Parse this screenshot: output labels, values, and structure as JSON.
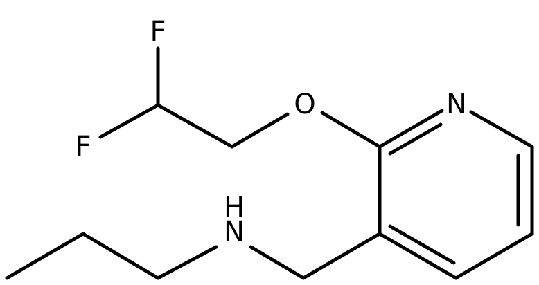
{
  "molecule": {
    "atoms": {
      "f_top": "F",
      "f_left": "F",
      "oxygen": "O",
      "nitrogen": "N",
      "amine_n": "N",
      "amine_h": "H"
    },
    "colors": {
      "bond": "#000000",
      "label": "#000000",
      "background": "#ffffff"
    }
  }
}
